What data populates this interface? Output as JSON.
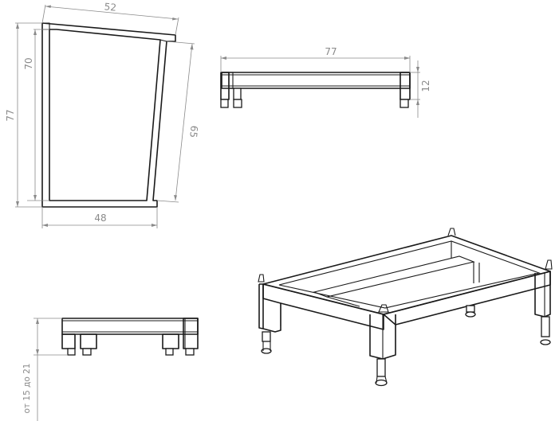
{
  "views": {
    "top": {
      "dims": {
        "top_width": "52",
        "inner_height": "70",
        "outer_height": "77",
        "side_length": "65",
        "bottom_width": "48"
      }
    },
    "front": {
      "dims": {
        "length": "77",
        "height": "12"
      }
    },
    "side": {
      "dims": {
        "leg_range": "от 15 до 21"
      }
    }
  }
}
